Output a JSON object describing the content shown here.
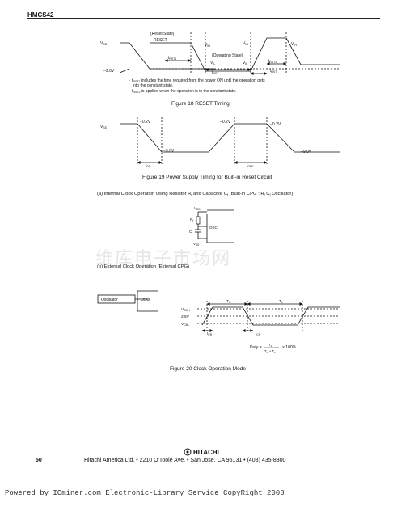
{
  "header": {
    "part": "HMCS42"
  },
  "fig18": {
    "reset_state": "(Reset State)",
    "reset": "RESET",
    "vdd": "V",
    "vdd_sub": "DD",
    "vih_left": "V",
    "vih_left_sub": "IH",
    "vih_mid": "V",
    "vih_mid_sub": "IH",
    "vih_right": "V",
    "vih_right_sub": "IH",
    "operating": "(Operating State)",
    "vil1": "V",
    "vil1_sub": "IL",
    "vil2": "V",
    "vil2_sub": "IL",
    "trst1": "t",
    "trst1_sub": "RST1",
    "trst": "t",
    "trst_sub": "RST",
    "trst2": "t",
    "trst2_sub": "RST2",
    "trst_b": "t",
    "trst_b_sub": "RST",
    "minus9": "−9.0V",
    "note1_a": "· t",
    "note1_sub": "RST1",
    "note1_b": " includes the time required from the power ON until the operation gets",
    "note1_c": "into the constant state.",
    "note2_a": "· t",
    "note2_sub": "RST2",
    "note2_b": " is applied when the operation is in the constant state.",
    "caption": "Figure 18   RESET Timing"
  },
  "fig19": {
    "vss": "V",
    "vss_sub": "SS",
    "l02a": "−0.2V",
    "l02b": "−0.2V",
    "l02c": "−0.2V",
    "l90a": "−9.0V",
    "l90b": "−9.0V",
    "tdd": "t",
    "tdd_sub": "DD",
    "toff": "t",
    "toff_sub": "OFF",
    "caption": "Figure 19   Power Supply Timing for Built-in Reset Circuit"
  },
  "fig20": {
    "a_label": "(a)   Internal Clock Operation Using Resistor R",
    "a_label_sub": "f",
    "a_label_b": " and Capacitor C",
    "a_label_sub2": "f",
    "a_label_c": " (Built-in CPG : R",
    "a_label_sub3": "f",
    "a_label_d": " C",
    "a_label_sub4": "f",
    "a_label_e": " Oscillator)",
    "vdd": "V",
    "vdd_sub": "DD",
    "rf": "R",
    "rf_sub": "f",
    "cf": "C",
    "cf_sub": "f",
    "osc": "OSC",
    "vss": "V",
    "vss_sub": "SS",
    "b_label": "(b)   External Clock Operation (External CPG)",
    "oscillator": "Oscillator",
    "osc2": "OSC",
    "vcmh": "V",
    "vcmh_sub": "CMH",
    "v25": "2.5V",
    "vcml": "V",
    "vcml_sub": "CML",
    "th": "T",
    "th_sub": "H",
    "tl": "T",
    "tl_sub": "L",
    "tcr": "t",
    "tcr_sub": "CR",
    "tcf": "t",
    "tcf_sub": "CF",
    "duty": "Duty =",
    "duty_num": "T",
    "duty_num_sub": "1",
    "duty_den": "T",
    "duty_den_sub": "H",
    "duty_den_b": " + T",
    "duty_den_sub2": "L",
    "duty_mult": "× 100%",
    "caption": "Figure 20   Clock Operation Mode"
  },
  "watermark": "维库电子市场网",
  "footer": {
    "logo": "HITACHI",
    "page": "50",
    "address": "Hitachi America Ltd.  •  2210 O'Toole Ave.  •  San Jose, CA 95131  •  (408) 435-8300"
  },
  "powered": "Powered by ICminer.com Electronic-Library Service CopyRight 2003"
}
